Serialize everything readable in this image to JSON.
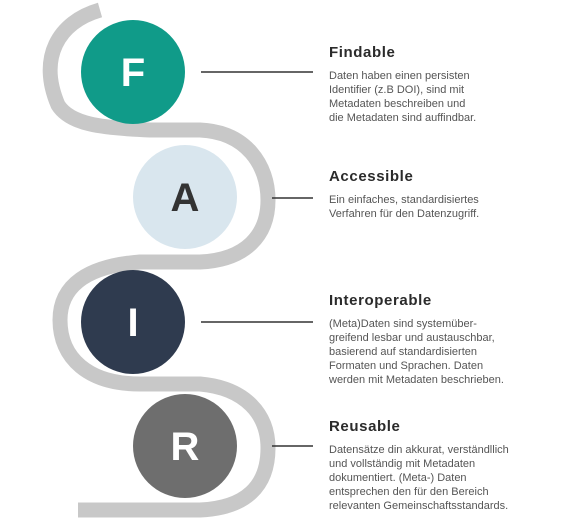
{
  "colors": {
    "track": "#c8c8c8",
    "connector": "#333333",
    "title": "#2b2b2b",
    "text": "#555555"
  },
  "items": [
    {
      "letter": "F",
      "title": "Findable",
      "text": "Daten haben einen persisten\nIdentifier (z.B DOI), sind mit\nMetadaten beschreiben und\ndie Metadaten sind auffindbar.",
      "circle_color": "#109b89",
      "letter_color": "#ffffff"
    },
    {
      "letter": "A",
      "title": "Accessible",
      "text": "Ein einfaches, standardisiertes\nVerfahren für den Datenzugriff.",
      "circle_color": "#d9e6ee",
      "letter_color": "#333333"
    },
    {
      "letter": "I",
      "title": "Interoperable",
      "text": "(Meta)Daten sind systemüber-\ngreifend lesbar und austauschbar,\nbasierend auf standardisierten\nFormaten und Sprachen. Daten\nwerden mit Metadaten beschrieben.",
      "circle_color": "#2f3b4f",
      "letter_color": "#ffffff"
    },
    {
      "letter": "R",
      "title": "Reusable",
      "text": "Datensätze din akkurat, verständllich\nund vollständig mit Metadaten\ndokumentiert. (Meta-) Daten\nentsprechen den für den Bereich\nrelevanten Gemeinschaftsstandards.",
      "circle_color": "#6e6e6e",
      "letter_color": "#ffffff"
    }
  ]
}
